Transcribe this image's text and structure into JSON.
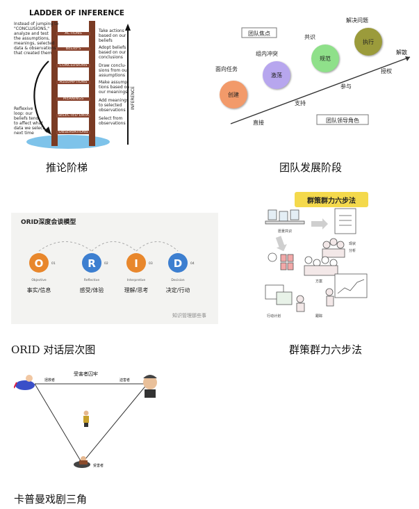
{
  "ladder": {
    "title": "LADDER OF INFERENCE",
    "rungs": [
      "ACTIONS",
      "BELIEFS",
      "CONCLUSIONS",
      "ASSUMPTIONS",
      "MEANINGS",
      "SELECTED DATA",
      "OBSERVATIONS"
    ],
    "left_top_note": [
      "Instead of jumping to",
      "\"CONCLUSIONS,\"",
      "analyze and test",
      "the assumptions,",
      "meanings, selected",
      "data & observations",
      "that created them"
    ],
    "left_bottom_note": [
      "Reflexive",
      "loop: our",
      "beliefs tend",
      "to affect what",
      "data we select",
      "next time"
    ],
    "right_notes": [
      [
        "Take actions",
        "based on our",
        "beliefs"
      ],
      [
        "Adopt beliefs",
        "based on our",
        "conclusions"
      ],
      [
        "Draw conclu-",
        "sions from our",
        "assumptions"
      ],
      [
        "Make assump-",
        "tions based on",
        "our meanings"
      ],
      [
        "Add meanings",
        "to selected",
        "observations"
      ],
      [
        "Select from",
        "observations"
      ]
    ],
    "arrow_label": "INFERENCE",
    "caption": "推论阶梯"
  },
  "stages": {
    "box_top": "团队焦点",
    "box_bottom": "团队领导角色",
    "stage_labels": [
      "面向任务",
      "组内冲突",
      "共识",
      "解决问题"
    ],
    "circles": [
      {
        "label": "创建",
        "color": "#f29a6a"
      },
      {
        "label": "激荡",
        "color": "#b7a6ee"
      },
      {
        "label": "规范",
        "color": "#8fe08a"
      },
      {
        "label": "执行",
        "color": "#9b9b3a"
      }
    ],
    "line_labels": [
      "直接",
      "支持",
      "参与",
      "授权",
      "解散"
    ],
    "caption": "团队发展阶段"
  },
  "orid": {
    "title": "ORID深度会谈模型",
    "items": [
      {
        "letter": "O",
        "num": "01",
        "en": "Objective",
        "zh": "事实/信息",
        "color": "#e8872c"
      },
      {
        "letter": "R",
        "num": "02",
        "en": "Reflective",
        "zh": "感受/体验",
        "color": "#3d7fd0"
      },
      {
        "letter": "I",
        "num": "03",
        "en": "Interpretive",
        "zh": "理解/思考",
        "color": "#e8872c"
      },
      {
        "letter": "D",
        "num": "04",
        "en": "Decision",
        "zh": "决定/行动",
        "color": "#3d7fd0"
      }
    ],
    "watermark": "知识管理那些事",
    "caption": "ORID 对话层次图"
  },
  "sixstep": {
    "title": "群策群力六步法",
    "labels": [
      "愿景共识",
      "现状",
      "分析",
      "方案",
      "行动计划",
      "跟踪"
    ],
    "caption": "群策群力六步法"
  },
  "karpman": {
    "title": "受害者囚牢",
    "rescuer": "拯救者",
    "persecutor": "迫害者",
    "victim": "受害者",
    "caption": "卡普曼戏剧三角"
  }
}
